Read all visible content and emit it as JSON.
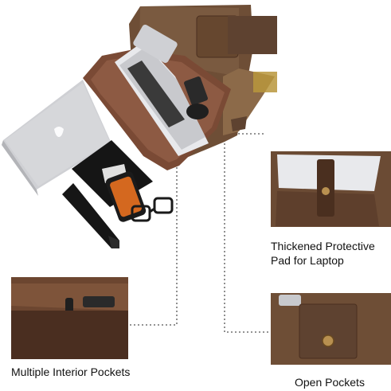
{
  "captions": {
    "protective_pad": [
      "Thickened Protective",
      "Pad for Laptop"
    ],
    "interior_pockets": "Multiple Interior Pockets",
    "open_pockets": "Open Pockets"
  },
  "colors": {
    "canvas_brown": "#6e4e36",
    "leather_dark": "#4a2f1f",
    "lining": "#7a4a35",
    "laptop_silver": "#d2d3d6",
    "notebook_black": "#151515",
    "connector_line": "#555555"
  }
}
